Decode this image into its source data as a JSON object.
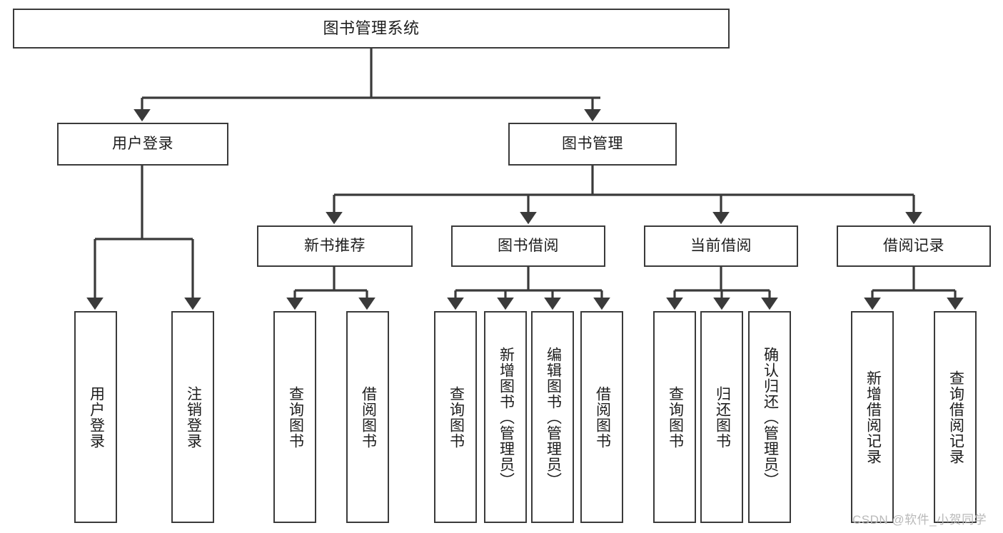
{
  "diagram": {
    "title": "图书管理系统",
    "type": "tree-hierarchy",
    "watermark": "CSDN @软件_小贺同学",
    "colors": {
      "box_border": "#3a3a3a",
      "box_fill": "#ffffff",
      "edge": "#3a3a3a",
      "text": "#1c1c1c",
      "watermark": "#b9b9b9",
      "background": "#ffffff"
    },
    "root": {
      "label": "图书管理系统"
    },
    "level2": [
      {
        "label": "用户登录"
      },
      {
        "label": "图书管理"
      }
    ],
    "level3": [
      {
        "label": "新书推荐"
      },
      {
        "label": "图书借阅"
      },
      {
        "label": "当前借阅"
      },
      {
        "label": "借阅记录"
      }
    ],
    "leaves": {
      "user_login": [
        {
          "label": "用户登录"
        },
        {
          "label": "注销登录"
        }
      ],
      "new_book_recommend": [
        {
          "label": "查询图书"
        },
        {
          "label": "借阅图书"
        }
      ],
      "book_borrow": [
        {
          "label": "查询图书"
        },
        {
          "label": "新增图书（管理员）"
        },
        {
          "label": "编辑图书（管理员）"
        },
        {
          "label": "借阅图书"
        }
      ],
      "current_borrow": [
        {
          "label": "查询图书"
        },
        {
          "label": "归还图书"
        },
        {
          "label": "确认归还（管理员）"
        }
      ],
      "borrow_record": [
        {
          "label": "新增借阅记录"
        },
        {
          "label": "查询借阅记录"
        }
      ]
    }
  }
}
